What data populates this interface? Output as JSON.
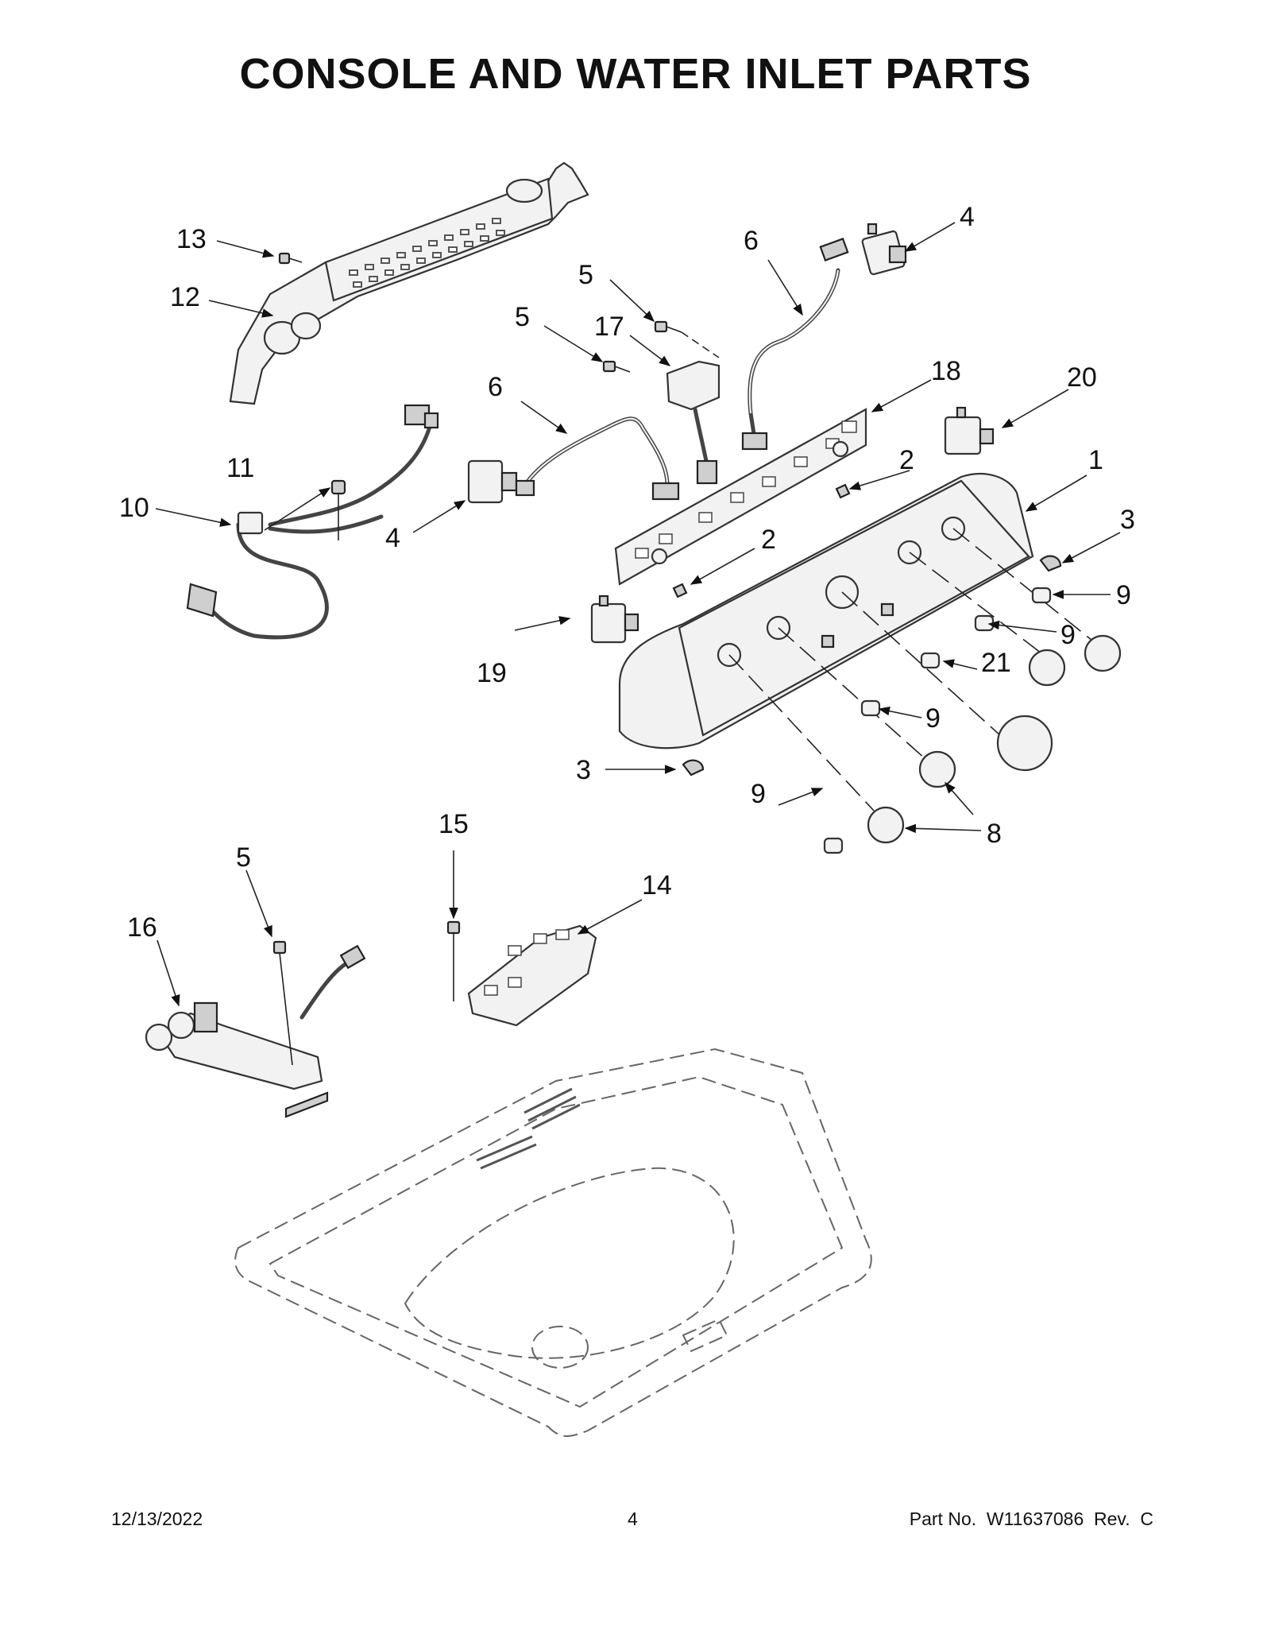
{
  "title": "CONSOLE AND WATER INLET PARTS",
  "callouts": [
    {
      "id": "c1",
      "label": "1"
    },
    {
      "id": "c2a",
      "label": "2"
    },
    {
      "id": "c2b",
      "label": "2"
    },
    {
      "id": "c3a",
      "label": "3"
    },
    {
      "id": "c3b",
      "label": "3"
    },
    {
      "id": "c4a",
      "label": "4"
    },
    {
      "id": "c4b",
      "label": "4"
    },
    {
      "id": "c5a",
      "label": "5"
    },
    {
      "id": "c5b",
      "label": "5"
    },
    {
      "id": "c5c",
      "label": "5"
    },
    {
      "id": "c6a",
      "label": "6"
    },
    {
      "id": "c6b",
      "label": "6"
    },
    {
      "id": "c8",
      "label": "8"
    },
    {
      "id": "c9a",
      "label": "9"
    },
    {
      "id": "c9b",
      "label": "9"
    },
    {
      "id": "c9c",
      "label": "9"
    },
    {
      "id": "c9d",
      "label": "9"
    },
    {
      "id": "c10",
      "label": "10"
    },
    {
      "id": "c11",
      "label": "11"
    },
    {
      "id": "c12",
      "label": "12"
    },
    {
      "id": "c13",
      "label": "13"
    },
    {
      "id": "c14",
      "label": "14"
    },
    {
      "id": "c15",
      "label": "15"
    },
    {
      "id": "c16",
      "label": "16"
    },
    {
      "id": "c17",
      "label": "17"
    },
    {
      "id": "c18",
      "label": "18"
    },
    {
      "id": "c19",
      "label": "19"
    },
    {
      "id": "c20",
      "label": "20"
    },
    {
      "id": "c21",
      "label": "21"
    }
  ],
  "footer": {
    "date": "12/13/2022",
    "page": "4",
    "part_no": "Part No.  W11637086  Rev.  C"
  }
}
